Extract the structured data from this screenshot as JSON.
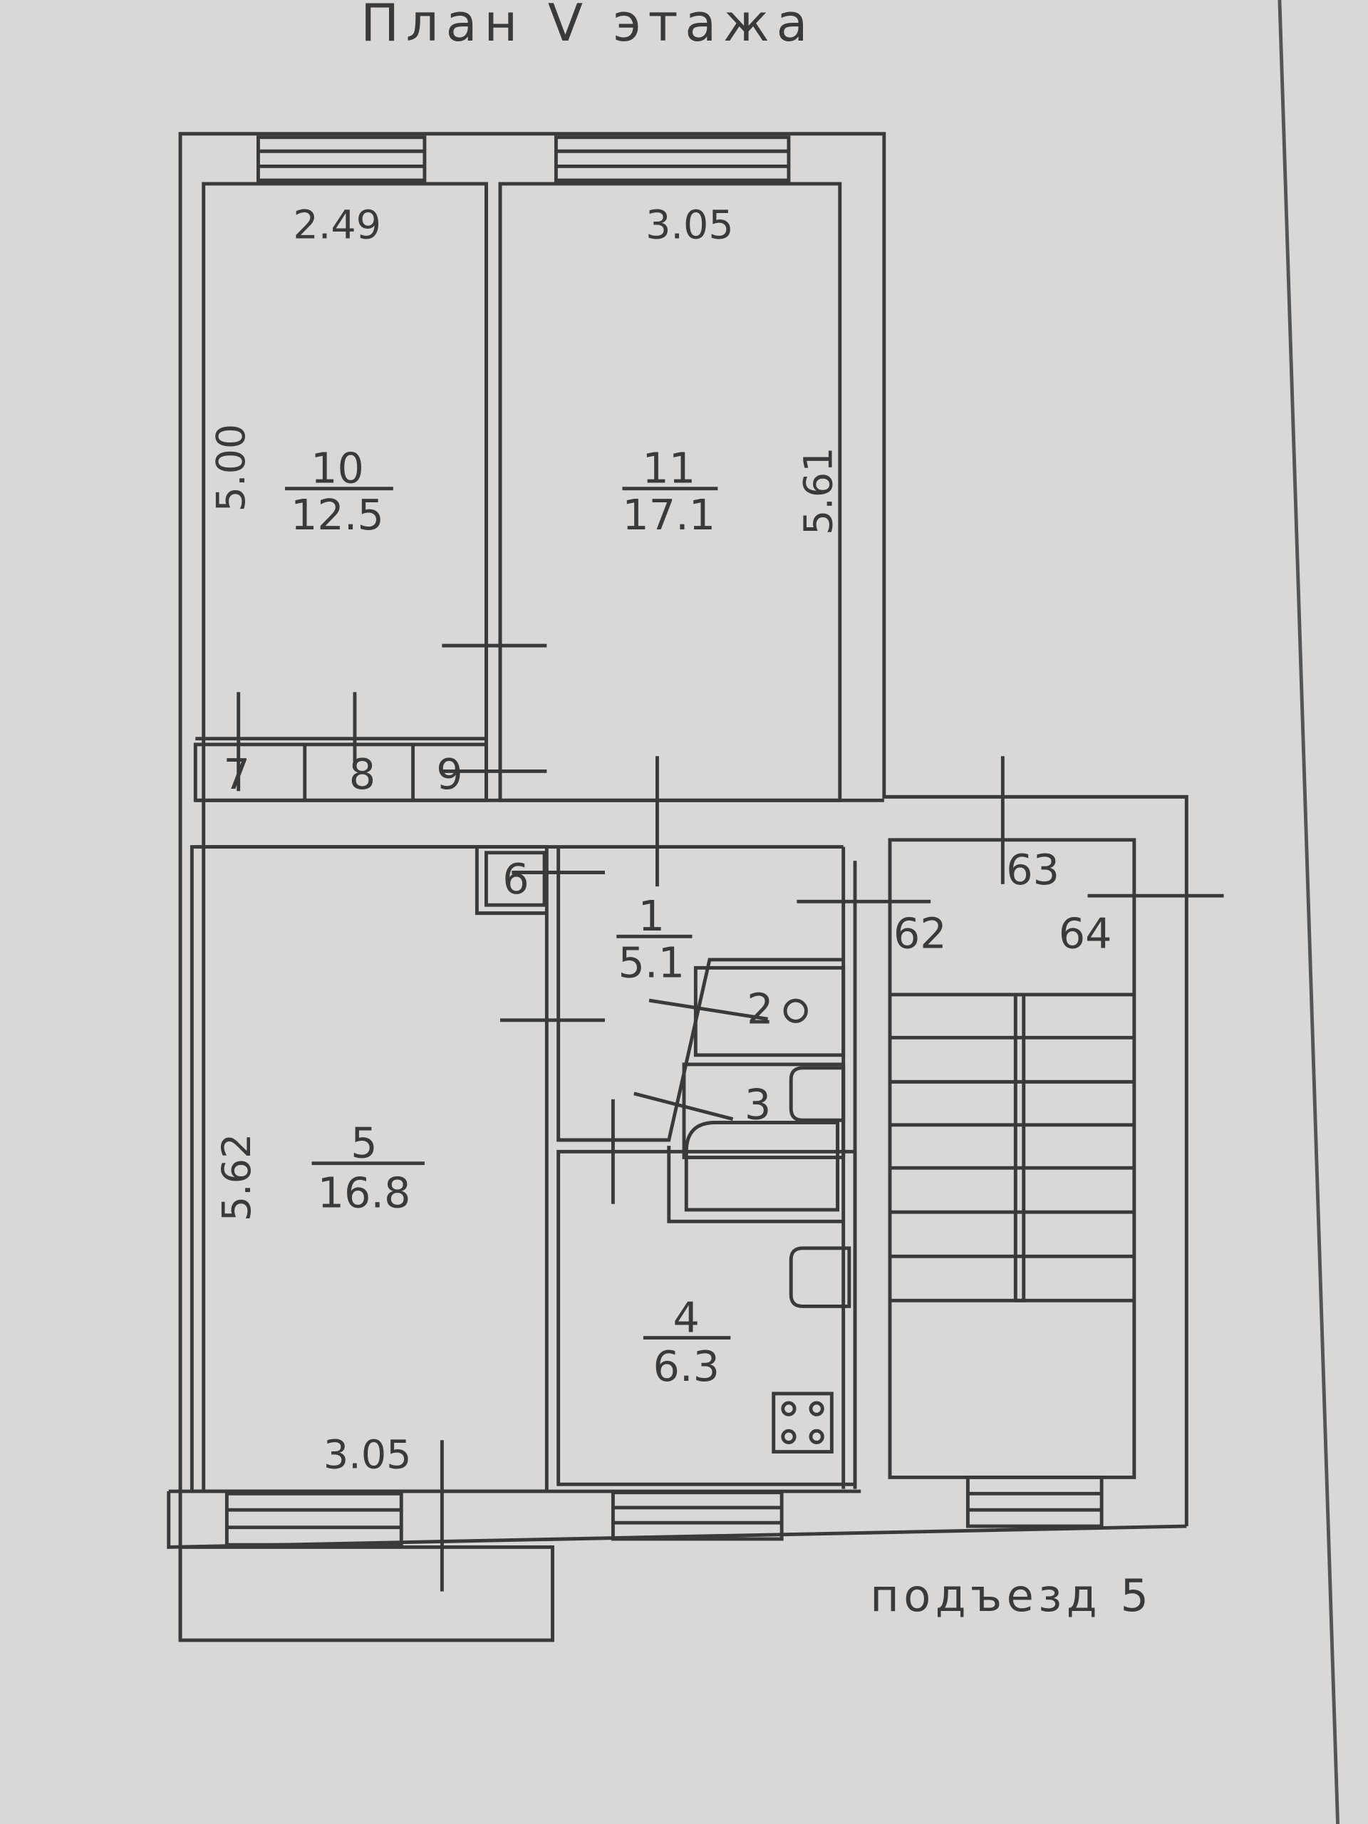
{
  "title": "План V этажа",
  "entrance": "подъезд 5",
  "dimensions": {
    "room10_width": "2.49",
    "room11_width": "3.05",
    "room10_length": "5.00",
    "room11_length": "5.61",
    "room5_length": "5.62",
    "room5_width": "3.05"
  },
  "rooms": [
    {
      "number": "10",
      "area": "12.5"
    },
    {
      "number": "11",
      "area": "17.1"
    },
    {
      "number": "5",
      "area": "16.8"
    },
    {
      "number": "1",
      "area": "5.1"
    },
    {
      "number": "4",
      "area": "6.3"
    }
  ],
  "labels": {
    "closet7": "7",
    "closet8": "8",
    "closet9": "9",
    "r6": "6",
    "r2": "2",
    "r3": "3",
    "r62": "62",
    "r63": "63",
    "r64": "64"
  }
}
